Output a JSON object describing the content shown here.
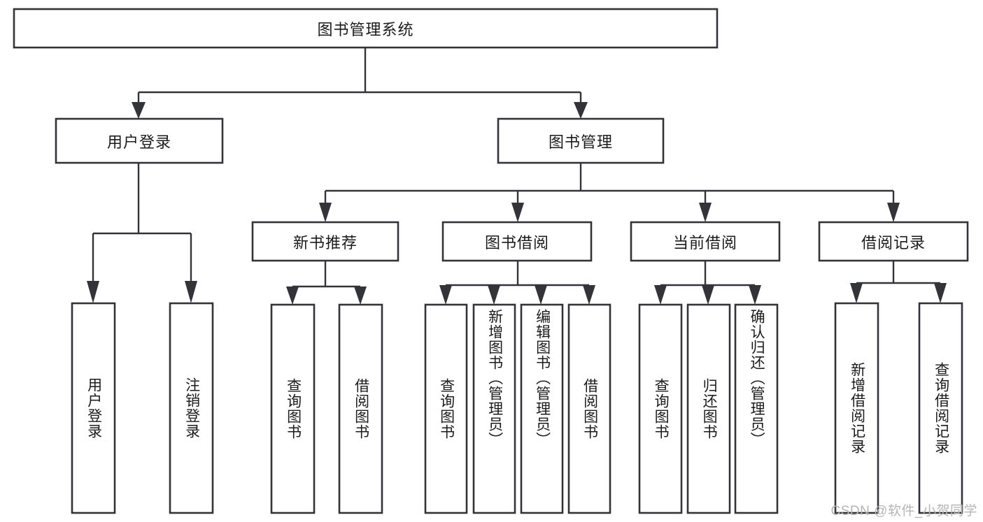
{
  "diagram": {
    "type": "tree",
    "title": "图书管理系统",
    "root": {
      "label": "图书管理系统"
    },
    "level2": [
      {
        "label": "用户登录"
      },
      {
        "label": "图书管理"
      }
    ],
    "level3": [
      {
        "label": "新书推荐"
      },
      {
        "label": "图书借阅"
      },
      {
        "label": "当前借阅"
      },
      {
        "label": "借阅记录"
      }
    ],
    "leaves": {
      "user_login": [
        {
          "label": "用户登录"
        },
        {
          "label": "注销登录"
        }
      ],
      "new_book_recommend": [
        {
          "label": "查询图书"
        },
        {
          "label": "借阅图书"
        }
      ],
      "book_borrow": [
        {
          "label": "查询图书"
        },
        {
          "label": "新增图书（管理员）"
        },
        {
          "label": "编辑图书（管理员）"
        },
        {
          "label": "借阅图书"
        }
      ],
      "current_borrow": [
        {
          "label": "查询图书"
        },
        {
          "label": "归还图书"
        },
        {
          "label": "确认归还（管理员）"
        }
      ],
      "borrow_record": [
        {
          "label": "新增借阅记录"
        },
        {
          "label": "查询借阅记录"
        }
      ]
    }
  },
  "watermark": {
    "text": "CSDN @软件_小贺同学"
  },
  "colors": {
    "stroke": "#33333a",
    "box_fill": "#ffffff",
    "text": "#1b1b1b",
    "watermark": "#b5b5b5",
    "background": "#ffffff"
  }
}
